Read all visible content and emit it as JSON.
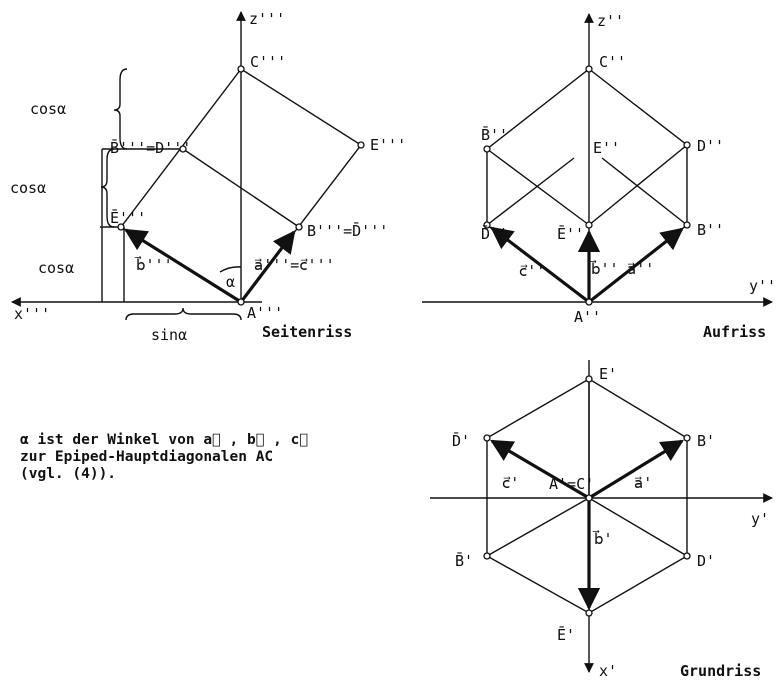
{
  "seitenriss": {
    "title": "Seitenriss",
    "axis_z": "z'''",
    "axis_x": "x'''",
    "C": "C'''",
    "E": "E'''",
    "B_bar_D": "B̄'''=D'''",
    "B_D_bar": "B'''=D̄'''",
    "E_bar": "Ē'''",
    "A": "A'''",
    "vec_b": "b⃗'''",
    "vec_ac": "a⃗'''=c⃗'''",
    "alpha": "α",
    "cos1": "cosα",
    "cos2": "cosα",
    "cos3": "cosα",
    "sin": "sinα"
  },
  "aufriss": {
    "title": "Aufriss",
    "axis_z": "z''",
    "axis_y": "y''",
    "C": "C''",
    "B_bar": "B̄''",
    "E": "E''",
    "D": "D''",
    "D_bar": "D̄''",
    "E_bar": "Ē''",
    "B": "B''",
    "A": "A''",
    "vec_c": "c⃗''",
    "vec_b": "b⃗''",
    "vec_a": "a⃗''"
  },
  "grundriss": {
    "title": "Grundriss",
    "axis_y": "y'",
    "axis_x": "x'",
    "E": "E'",
    "D_bar": "D̄'",
    "B": "B'",
    "AC": "A'=C'",
    "vec_c": "c⃗'",
    "vec_a": "a⃗'",
    "B_bar": "B̄'",
    "D": "D'",
    "E_bar": "Ē'",
    "vec_b": "b⃗'"
  },
  "note": {
    "line1": "α ist der Winkel von a⃗ , b⃗ , c⃗",
    "line2": "zur Epiped-Hauptdiagonalen AC",
    "line3": "(vgl. (4))."
  }
}
